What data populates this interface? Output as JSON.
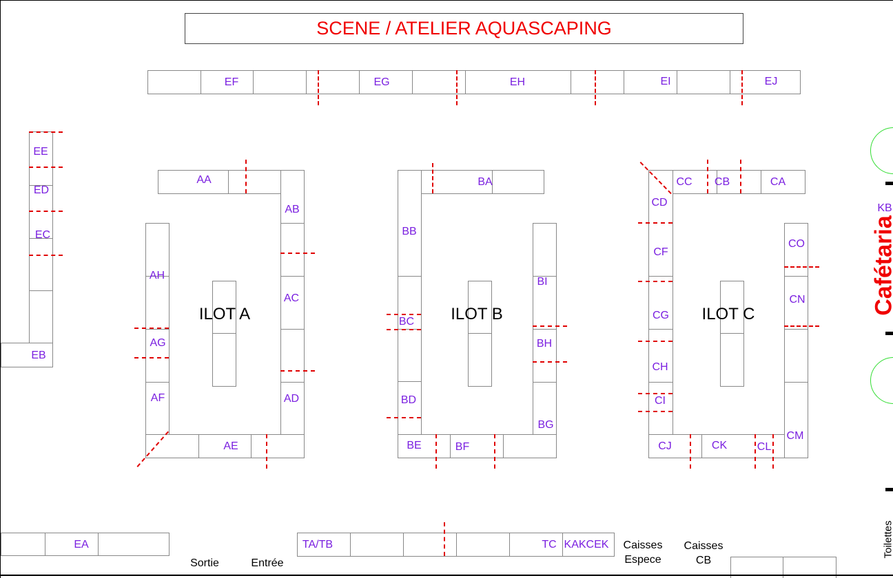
{
  "title": "SCENE / ATELIER AQUASCAPING",
  "islands": {
    "a": "ILOT A",
    "b": "ILOT B",
    "c": "ILOT C"
  },
  "stands": {
    "EF": "EF",
    "EG": "EG",
    "EH": "EH",
    "EI": "EI",
    "EJ": "EJ",
    "EE": "EE",
    "ED": "ED",
    "EC": "EC",
    "EB": "EB",
    "EA": "EA",
    "AA": "AA",
    "AB": "AB",
    "AC": "AC",
    "AD": "AD",
    "AE": "AE",
    "AF": "AF",
    "AG": "AG",
    "AH": "AH",
    "BA": "BA",
    "BB": "BB",
    "BC": "BC",
    "BD": "BD",
    "BE": "BE",
    "BF": "BF",
    "BG": "BG",
    "BH": "BH",
    "BI": "BI",
    "CA": "CA",
    "CB": "CB",
    "CC": "CC",
    "CD": "CD",
    "CF": "CF",
    "CG": "CG",
    "CH": "CH",
    "CI": "CI",
    "CJ": "CJ",
    "CK": "CK",
    "CL": "CL",
    "CM": "CM",
    "CN": "CN",
    "CO": "CO",
    "TATB": "TA/TB",
    "TC": "TC",
    "KAKCEK": "KAKCEK",
    "KB": "KB"
  },
  "areas": {
    "cafeteria": "Cafétaria",
    "toilets": "Toilettes",
    "exit": "Sortie",
    "entrance": "Entrée",
    "cash_cash_1": "Caisses",
    "cash_cash_2": "Espece",
    "cash_card_1": "Caisses",
    "cash_card_2": "CB"
  },
  "colors": {
    "label": "#7a1fe0",
    "title": "#f00000",
    "divider": "#e00000",
    "door": "#33dd33"
  }
}
